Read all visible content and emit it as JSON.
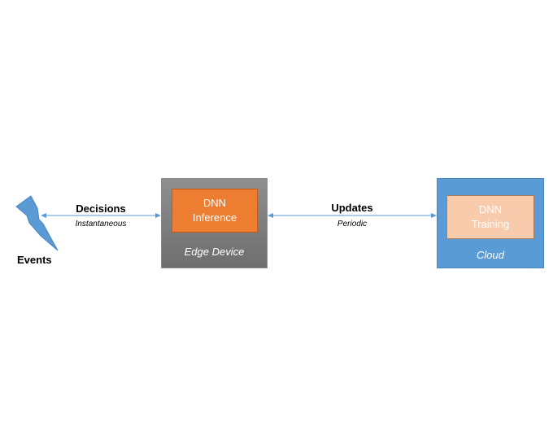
{
  "events": {
    "label": "Events",
    "icon": "lightning-icon"
  },
  "decisions_link": {
    "label": "Decisions",
    "sublabel": "Instantaneous"
  },
  "edge_device": {
    "title": "Edge Device",
    "inner": {
      "line1": "DNN",
      "line2": "Inference"
    }
  },
  "updates_link": {
    "label": "Updates",
    "sublabel": "Periodic"
  },
  "cloud": {
    "title": "Cloud",
    "inner": {
      "line1": "DNN",
      "line2": "Training"
    }
  },
  "colors": {
    "lightning": "#5b9bd5",
    "arrow": "#5b9bd5",
    "edge_box": "#7f7f7f",
    "inference_box": "#ed7d31",
    "cloud_box": "#5b9bd5",
    "training_box": "#f8cbad"
  }
}
